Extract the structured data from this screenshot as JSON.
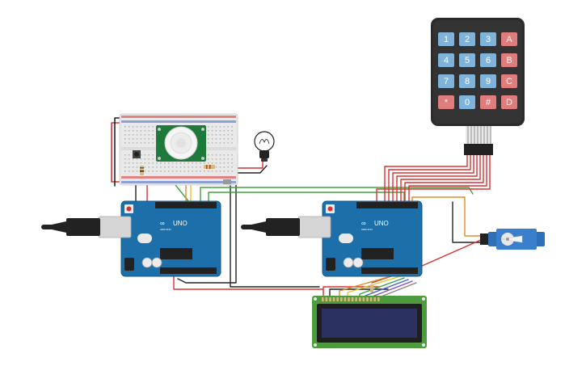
{
  "keypad": {
    "keys": [
      [
        "1",
        "2",
        "3",
        "A"
      ],
      [
        "4",
        "5",
        "6",
        "B"
      ],
      [
        "7",
        "8",
        "9",
        "C"
      ],
      [
        "*",
        "0",
        "#",
        "D"
      ]
    ]
  },
  "arduino_left": {
    "model": "UNO",
    "brand": "ARDUINO"
  },
  "arduino_right": {
    "model": "UNO",
    "brand": "ARDUINO"
  },
  "colors": {
    "board": "#1c6fa8",
    "board_dark": "#155a8a",
    "breadboard": "#e9e9e9",
    "keypad_body": "#2b2b2b",
    "key_blue": "#7fb3d9",
    "key_red": "#e07c7c",
    "lcd_pcb": "#4d9a3f",
    "lcd_screen": "#2b3160",
    "pir_pcb": "#1e7a3a",
    "servo_body": "#2e6fb8",
    "wire_red": "#d93030",
    "wire_black": "#222222",
    "wire_green": "#3aa53a",
    "wire_orange": "#e28b26",
    "wire_yellow": "#e2c726"
  }
}
